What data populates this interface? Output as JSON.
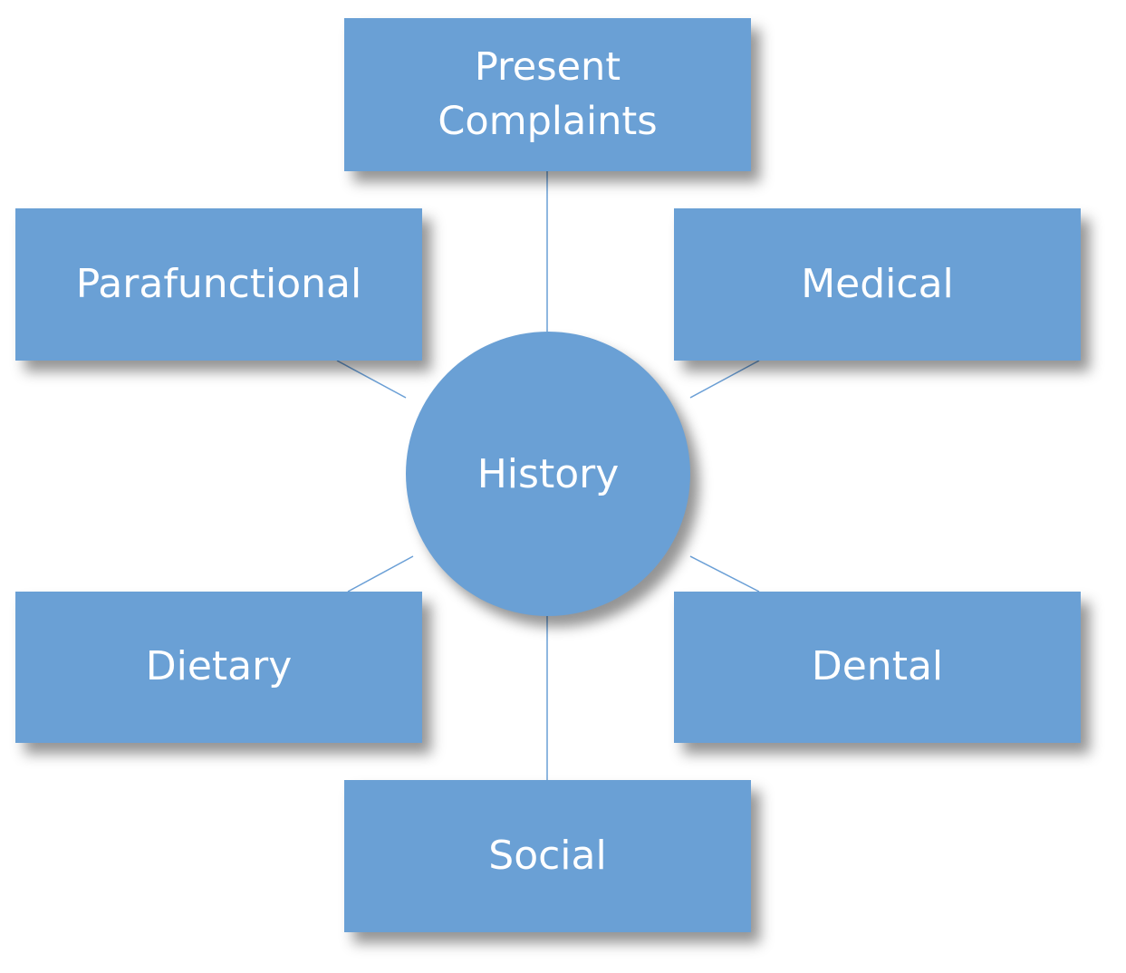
{
  "diagram": {
    "center": {
      "label": "History"
    },
    "nodes": {
      "present_complaints": {
        "label": "Present\nComplaints"
      },
      "parafunctional": {
        "label": "Parafunctional"
      },
      "medical": {
        "label": "Medical"
      },
      "dietary": {
        "label": "Dietary"
      },
      "dental": {
        "label": "Dental"
      },
      "social": {
        "label": "Social"
      }
    },
    "colors": {
      "node_fill": "#6aa0d5",
      "node_text": "#ffffff",
      "connector": "#6a9fd6"
    }
  }
}
